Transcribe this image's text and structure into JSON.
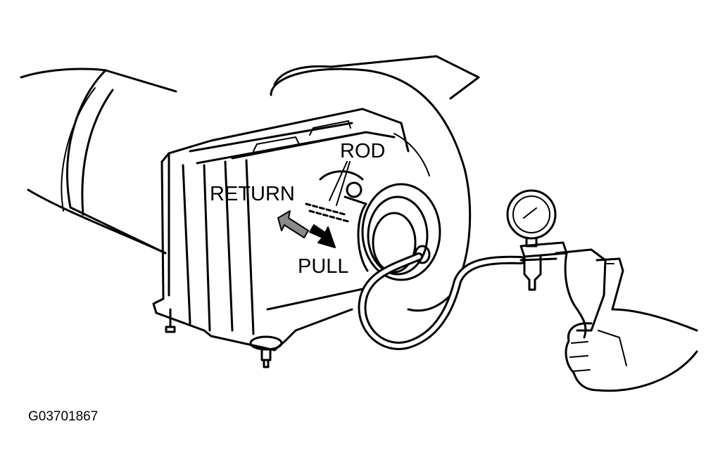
{
  "labels": {
    "rod": "ROD",
    "return": "RETURN",
    "pull": "PULL"
  },
  "figure_id": "G03701867",
  "colors": {
    "ink": "#000000",
    "paper": "#ffffff",
    "arrow_return_fill": "#8a8a8a"
  },
  "icons": {
    "return_arrow": "hollow-arrow-up-left",
    "pull_arrow": "solid-arrow-down-right"
  }
}
